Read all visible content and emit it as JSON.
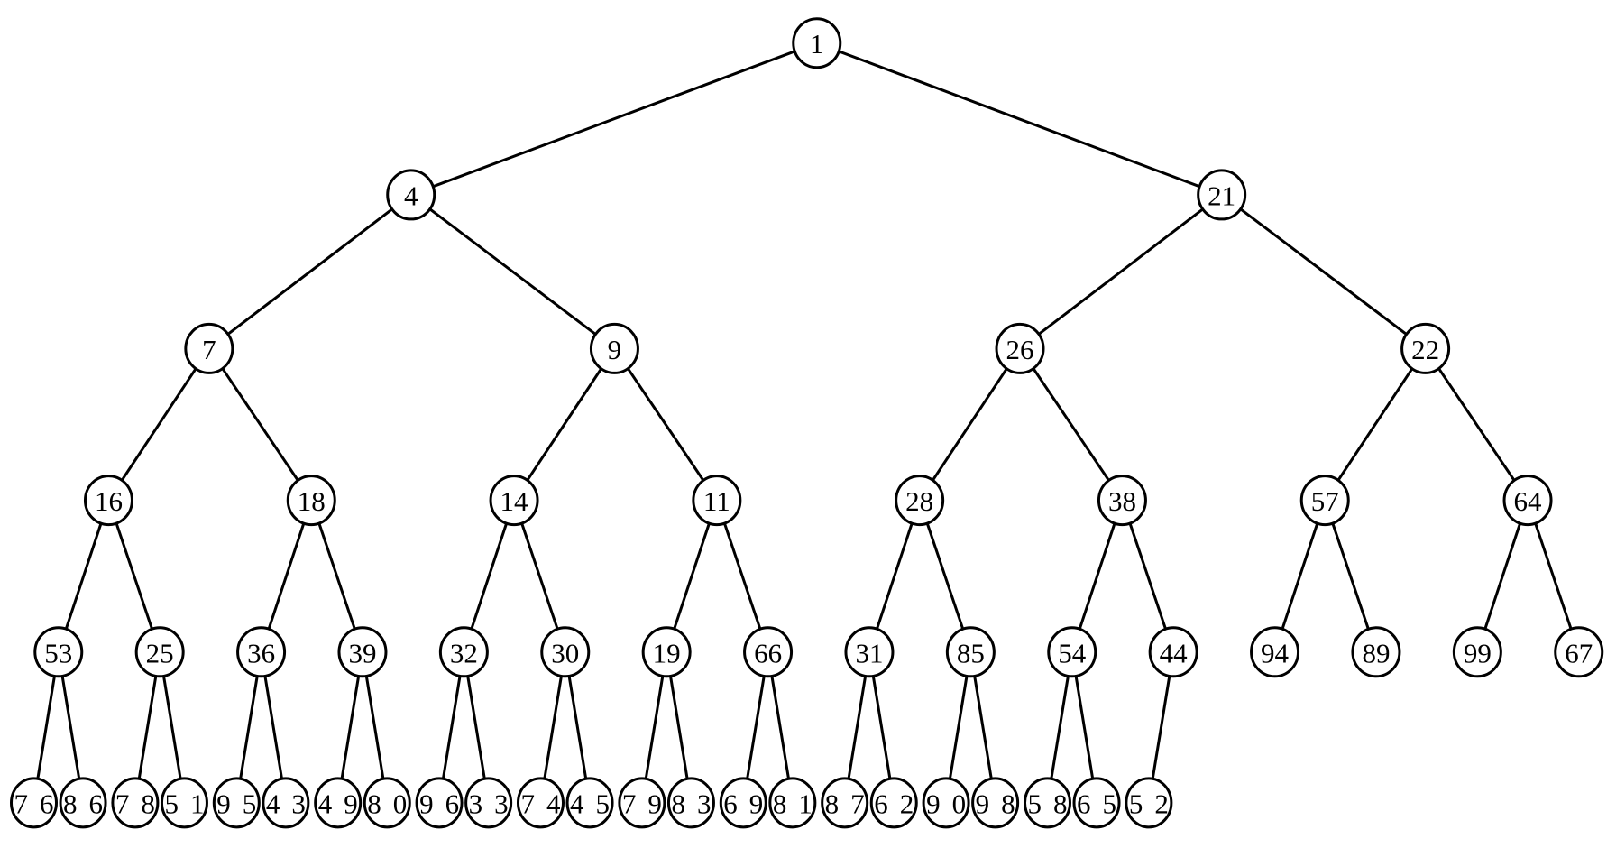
{
  "diagram": {
    "type": "binary-heap-tree",
    "levels": [
      [
        1
      ],
      [
        4,
        21
      ],
      [
        7,
        9,
        26,
        22
      ],
      [
        16,
        18,
        14,
        11,
        28,
        38,
        57,
        64
      ],
      [
        53,
        25,
        36,
        39,
        32,
        30,
        19,
        66,
        31,
        85,
        54,
        44,
        94,
        89,
        99,
        67
      ],
      [
        76,
        86,
        78,
        51,
        95,
        43,
        49,
        80,
        96,
        33,
        74,
        45,
        79,
        83,
        69,
        81,
        87,
        62,
        90,
        98,
        58,
        65,
        52
      ]
    ],
    "colors": {
      "stroke": "#000000",
      "fill": "#ffffff",
      "text": "#000000"
    }
  }
}
